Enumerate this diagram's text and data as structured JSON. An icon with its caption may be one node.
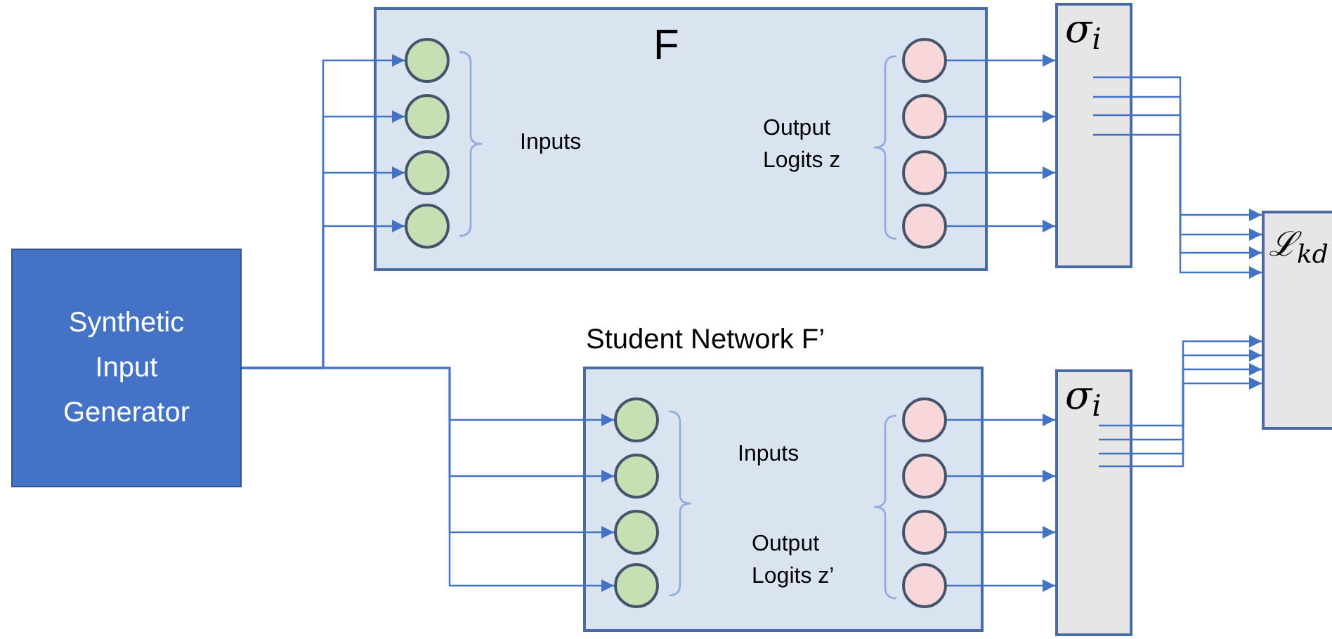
{
  "diagram": {
    "nodes": [
      {
        "text": [
          "Synthetic Input Generator"
        ]
      },
      {
        "text": [
          "F"
        ]
      },
      {
        "text": [],
        "shape": "circle",
        "in": 1
      },
      {
        "text": [],
        "shape": "circle",
        "in": 1
      },
      {
        "text": [],
        "shape": "circle",
        "in": 1
      },
      {
        "text": [],
        "shape": "circle",
        "in": 1
      },
      {
        "text": [],
        "shape": "circle",
        "in": 1
      },
      {
        "text": [],
        "shape": "circle",
        "in": 1
      },
      {
        "text": [],
        "shape": "circle",
        "in": 1
      },
      {
        "text": [],
        "shape": "circle",
        "in": 1
      },
      {
        "text": [
          "σ$_{i}$"
        ]
      },
      {
        "text": [
          "Student Network F’"
        ]
      },
      {
        "text": [],
        "shape": "circle",
        "in": 11
      },
      {
        "text": [],
        "shape": "circle",
        "in": 11
      },
      {
        "text": [],
        "shape": "circle",
        "in": 11
      },
      {
        "text": [],
        "shape": "circle",
        "in": 11
      },
      {
        "text": [],
        "shape": "circle",
        "in": 11
      },
      {
        "text": [],
        "shape": "circle",
        "in": 11
      },
      {
        "text": [],
        "shape": "circle",
        "in": 11
      },
      {
        "text": [],
        "shape": "circle",
        "in": 11
      },
      {
        "text": [
          "σ$_{i}$"
        ]
      },
      {
        "text": [
          "ℒ$_{kd}$"
        ]
      }
    ],
    "edges": [
      {
        "from": 0,
        "to": 2,
        "arrow": "to"
      },
      {
        "from": 0,
        "to": 3,
        "arrow": "to"
      },
      {
        "from": 0,
        "to": 4,
        "arrow": "to"
      },
      {
        "from": 0,
        "to": 5,
        "arrow": "to"
      },
      {
        "from": 0,
        "to": 12,
        "arrow": "to"
      },
      {
        "from": 0,
        "to": 13,
        "arrow": "to"
      },
      {
        "from": 0,
        "to": 14,
        "arrow": "to"
      },
      {
        "from": 0,
        "to": 15,
        "arrow": "to"
      },
      {
        "from": 6,
        "to": 10,
        "arrow": "to"
      },
      {
        "from": 7,
        "to": 10,
        "arrow": "to"
      },
      {
        "from": 8,
        "to": 10,
        "arrow": "to"
      },
      {
        "from": 9,
        "to": 10,
        "arrow": "to"
      },
      {
        "from": 16,
        "to": 20,
        "arrow": "to"
      },
      {
        "from": 17,
        "to": 20,
        "arrow": "to"
      },
      {
        "from": 18,
        "to": 20,
        "arrow": "to"
      },
      {
        "from": 19,
        "to": 20,
        "arrow": "to"
      },
      {
        "from": 10,
        "to": 21,
        "arrow": "to"
      },
      {
        "from": 10,
        "to": 21,
        "arrow": "to"
      },
      {
        "from": 10,
        "to": 21,
        "arrow": "to"
      },
      {
        "from": 10,
        "to": 21,
        "arrow": "to"
      },
      {
        "from": 20,
        "to": 21,
        "arrow": "to"
      },
      {
        "from": 20,
        "to": 21,
        "arrow": "to"
      },
      {
        "from": 20,
        "to": 21,
        "arrow": "to"
      },
      {
        "from": 20,
        "to": 21,
        "arrow": "to"
      }
    ],
    "labels": [
      "Inputs",
      "Output Logits z",
      "Inputs",
      "Output Logits z’"
    ]
  }
}
